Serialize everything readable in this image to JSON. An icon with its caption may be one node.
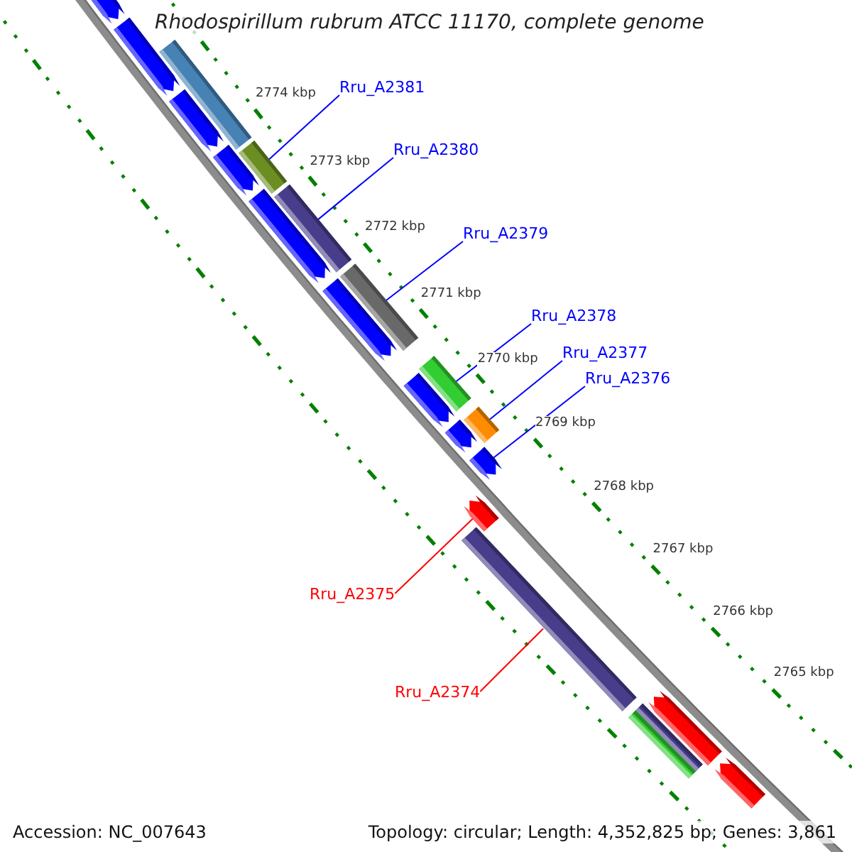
{
  "diagram": {
    "title": "Rhodospirillum rubrum ATCC 11170, complete genome",
    "nodes": [
      {
        "text": [
          "Rru_A2381"
        ]
      },
      {
        "text": [],
        "shape": "bar"
      },
      {
        "text": [
          "Rru_A2380"
        ]
      },
      {
        "text": [],
        "shape": "bar"
      },
      {
        "text": [
          "Rru_A2379"
        ]
      },
      {
        "text": [],
        "shape": "bar"
      },
      {
        "text": [
          "Rru_A2378"
        ]
      },
      {
        "text": [],
        "shape": "bar"
      },
      {
        "text": [
          "Rru_A2377"
        ]
      },
      {
        "text": [],
        "shape": "bar"
      },
      {
        "text": [
          "Rru_A2376"
        ]
      },
      {
        "text": [],
        "shape": "arrow"
      },
      {
        "text": [
          "Rru_A2375"
        ]
      },
      {
        "text": [],
        "shape": "arrow"
      },
      {
        "text": [
          "Rru_A2374"
        ]
      },
      {
        "text": [],
        "shape": "bar"
      },
      {
        "text": [],
        "shape": "arrow"
      },
      {
        "text": [],
        "shape": "bar"
      },
      {
        "text": [],
        "shape": "arrow"
      },
      {
        "text": [],
        "shape": "arrow"
      },
      {
        "text": [],
        "shape": "arrow"
      },
      {
        "text": [],
        "shape": "arrow"
      },
      {
        "text": [],
        "shape": "arrow"
      },
      {
        "text": [],
        "shape": "arrow"
      },
      {
        "text": [],
        "shape": "arrow"
      },
      {
        "text": [],
        "shape": "bar"
      },
      {
        "text": [],
        "shape": "bar"
      },
      {
        "text": [],
        "shape": "arrow"
      },
      {
        "text": [],
        "shape": "arrow"
      }
    ],
    "edges": [
      {
        "from": 0,
        "to": 1,
        "arrow": "none"
      },
      {
        "from": 2,
        "to": 3,
        "arrow": "none"
      },
      {
        "from": 4,
        "to": 5,
        "arrow": "none"
      },
      {
        "from": 6,
        "to": 7,
        "arrow": "none"
      },
      {
        "from": 8,
        "to": 9,
        "arrow": "none"
      },
      {
        "from": 10,
        "to": 11,
        "arrow": "none"
      },
      {
        "from": 12,
        "to": 13,
        "arrow": "none",
        "color": "#ff0000"
      },
      {
        "from": 14,
        "to": 15,
        "arrow": "none",
        "color": "#ff0000"
      }
    ],
    "labels": [
      "2774 kbp",
      "2773 kbp",
      "2772 kbp",
      "2771 kbp",
      "2770 kbp",
      "2769 kbp",
      "2768 kbp",
      "2767 kbp",
      "2766 kbp",
      "2765 kbp",
      "Accession: NC_007643",
      "Topology: circular; Length: 4,352,825 bp; Genes: 3,861"
    ]
  }
}
